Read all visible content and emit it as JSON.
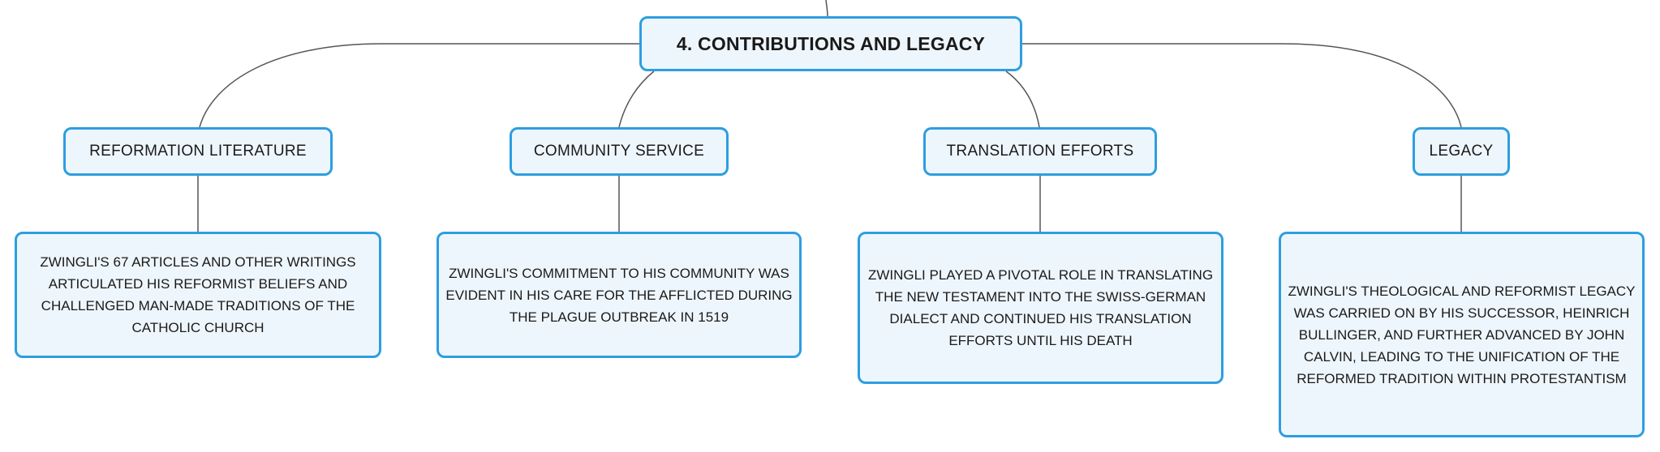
{
  "diagram": {
    "root": {
      "label": "4. CONTRIBUTIONS AND LEGACY"
    },
    "branches": [
      {
        "label": "REFORMATION LITERATURE",
        "detail": "ZWINGLI'S 67 ARTICLES AND OTHER WRITINGS ARTICULATED HIS REFORMIST BELIEFS AND CHALLENGED MAN-MADE TRADITIONS OF THE CATHOLIC CHURCH"
      },
      {
        "label": "COMMUNITY SERVICE",
        "detail": "ZWINGLI'S COMMITMENT TO HIS COMMUNITY WAS EVIDENT IN HIS CARE FOR THE AFFLICTED DURING THE PLAGUE OUTBREAK IN 1519"
      },
      {
        "label": "TRANSLATION EFFORTS",
        "detail": "ZWINGLI PLAYED A PIVOTAL ROLE IN TRANSLATING THE NEW TESTAMENT INTO THE SWISS-GERMAN DIALECT AND CONTINUED HIS TRANSLATION EFFORTS UNTIL HIS DEATH"
      },
      {
        "label": "LEGACY",
        "detail": "ZWINGLI'S THEOLOGICAL AND REFORMIST LEGACY WAS CARRIED ON BY HIS SUCCESSOR, HEINRICH BULLINGER, AND FURTHER ADVANCED BY JOHN CALVIN, LEADING TO THE UNIFICATION OF THE REFORMED TRADITION WITHIN PROTESTANTISM"
      }
    ]
  },
  "colors": {
    "node_border": "#2d9ee0",
    "node_fill": "#eef6fd",
    "connector": "#555555",
    "text": "#1a1a1a"
  }
}
